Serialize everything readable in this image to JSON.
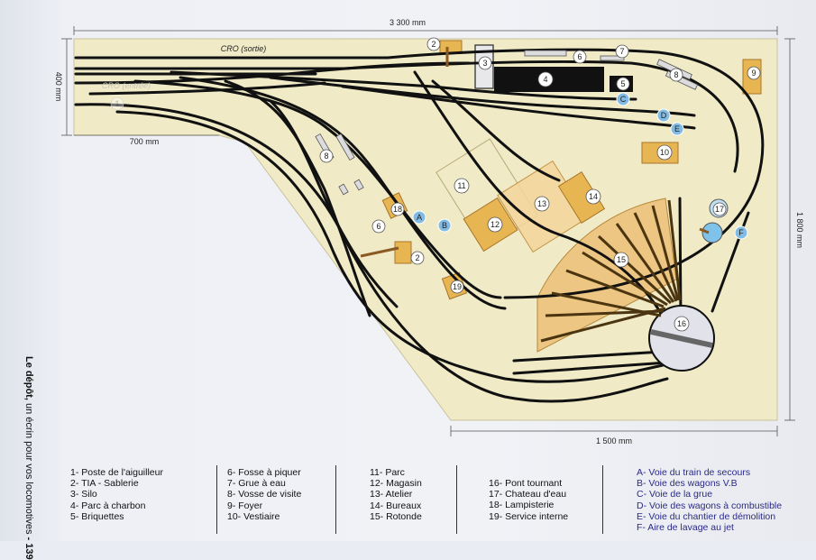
{
  "dimensions": {
    "top_width": "3 300 mm",
    "right_height": "1 800 mm",
    "bottom_width": "1 500 mm",
    "left_height": "400 mm",
    "left_arm": "700 mm"
  },
  "track_labels": {
    "cro_sortie": "CRO (sortie)",
    "cro_entree": "CRO (entrée)"
  },
  "markers": {
    "n1": "1",
    "n2": "2",
    "n3": "3",
    "n4": "4",
    "n5": "5",
    "n6": "6",
    "n7": "7",
    "n8": "8",
    "n9": "9",
    "n10": "10",
    "n11": "11",
    "n12": "12",
    "n13": "13",
    "n14": "14",
    "n15": "15",
    "n16": "16",
    "n17": "17",
    "n18": "18",
    "n19": "19",
    "A": "A",
    "B": "B",
    "C": "C",
    "D": "D",
    "E": "E",
    "F": "F"
  },
  "legend": {
    "col1": [
      "1- Poste de l'aiguilleur",
      "2- TIA - Sablerie",
      "3- Silo",
      "4- Parc à charbon",
      "5- Briquettes"
    ],
    "col2": [
      "6- Fosse à piquer",
      "7- Grue à eau",
      "8- Vosse de visite",
      "9- Foyer",
      "10- Vestiaire"
    ],
    "col3": [
      "11- Parc",
      "12- Magasin",
      "13- Atelier",
      "14- Bureaux",
      "15- Rotonde"
    ],
    "col4": [
      "16- Pont tournant",
      "17- Chateau d'eau",
      "18- Lampisterie",
      "19- Service interne"
    ],
    "col5": [
      "A- Voie du train de secours",
      "B- Voie des wagons V.B",
      "C- Voie de la grue",
      "D- Voie des wagons à combustible",
      "E- Voie du chantier de démolition",
      "F- Aire de lavage au jet"
    ]
  },
  "side_title": {
    "bold": "Le dépôt,",
    "rest": " un écrin pour vos locomotives",
    "page": " - 139"
  },
  "colors": {
    "board": "#f0ebc6",
    "track": "#111111",
    "building": "#e7b552",
    "building_dark": "#b97d2d",
    "roof": "#f3d69a",
    "turntable": "#e2e2ea",
    "marker_white": "#ffffff",
    "marker_blue": "#82bbe3",
    "legend_voie": "#2a2a86"
  }
}
